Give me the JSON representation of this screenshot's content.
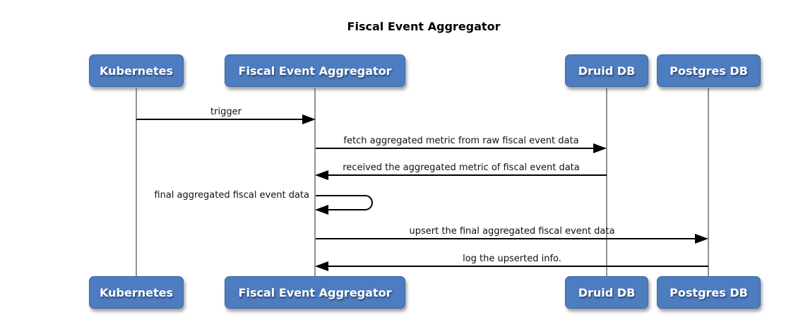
{
  "title": "Fiscal Event Aggregator",
  "actors": [
    {
      "id": "kubernetes",
      "name": "Kubernetes"
    },
    {
      "id": "fiscal-event-aggregator",
      "name": "Fiscal Event Aggregator"
    },
    {
      "id": "druid-db",
      "name": "Druid DB"
    },
    {
      "id": "postgres-db",
      "name": "Postgres DB"
    }
  ],
  "messages": [
    {
      "from": "Kubernetes",
      "to": "Fiscal Event Aggregator",
      "direction": "right",
      "label": "trigger"
    },
    {
      "from": "Fiscal Event Aggregator",
      "to": "Druid DB",
      "direction": "right",
      "label": "fetch aggregated metric from raw fiscal event data"
    },
    {
      "from": "Druid DB",
      "to": "Fiscal Event Aggregator",
      "direction": "left",
      "label": "received the aggregated metric of fiscal event data"
    },
    {
      "from": "Fiscal Event Aggregator",
      "to": "Fiscal Event Aggregator",
      "direction": "self",
      "label": "final aggregated fiscal event data"
    },
    {
      "from": "Fiscal Event Aggregator",
      "to": "Postgres DB",
      "direction": "right",
      "label": "upsert the final aggregated fiscal event data"
    },
    {
      "from": "Postgres DB",
      "to": "Fiscal Event Aggregator",
      "direction": "left",
      "label": "log the upserted info."
    }
  ],
  "colors": {
    "actor_fill": "#4d7cc0",
    "actor_border": "#3f68a5",
    "actor_text": "#ffffff",
    "lifeline": "#6f6f6f",
    "arrow": "#000000",
    "title_text": "#000000",
    "background": "#ffffff"
  }
}
